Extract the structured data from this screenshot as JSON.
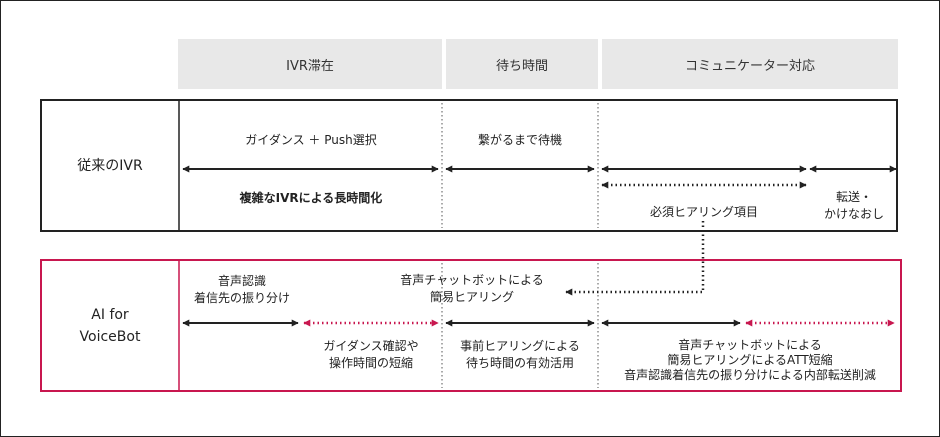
{
  "headers": {
    "ivr_stay": "IVR滞在",
    "wait_time": "待ち時間",
    "communicator": "コミュニケーター対応"
  },
  "row1": {
    "label": "従来のIVR",
    "guidance": "ガイダンス ＋ Push選択",
    "long_time": "複雑なIVRによる長時間化",
    "connecting": "繋がるまで待機",
    "hearing": "必須ヒアリング項目",
    "transfer": "転送・\nかけなおし"
  },
  "row2": {
    "label": "AI for\nVoiceBot",
    "voice_routing": "音声認識\n着信先の振り分け",
    "chatbot_hearing": "音声チャットボットによる\n簡易ヒアリング",
    "guidance_short": "ガイダンス確認や\n操作時間の短縮",
    "wait_use": "事前ヒアリングによる\n待ち時間の有効活用",
    "att_short": "音声チャットボットによる\n簡易ヒアリングによるATT短縮\n音声認識着信先の振り分けによる内部転送削減"
  },
  "colors": {
    "dark": "#222222",
    "accent": "#c8174f",
    "header_bg": "#e8e8e8"
  }
}
